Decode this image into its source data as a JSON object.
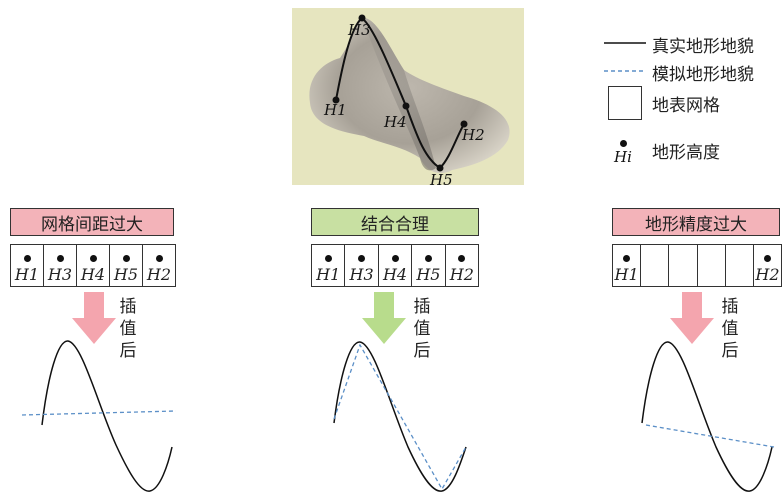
{
  "legend": {
    "real": "真实地形地貌",
    "simulated": "模拟地形地貌",
    "grid": "地表网格",
    "height": "地形高度",
    "height_symbol": "Hi"
  },
  "terrain_points": {
    "h1": "H1",
    "h2": "H2",
    "h3": "H3",
    "h4": "H4",
    "h5": "H5"
  },
  "panels": [
    {
      "title": "网格间距过大",
      "title_color": "#f3b3b9",
      "arrow_color": "#f4a5ae",
      "cells": [
        "H1",
        "H3",
        "H4",
        "H5",
        "H2"
      ],
      "after_label": [
        "插",
        "值",
        "后"
      ]
    },
    {
      "title": "结合合理",
      "title_color": "#c8e0a2",
      "arrow_color": "#b8dc8c",
      "cells": [
        "H1",
        "H3",
        "H4",
        "H5",
        "H2"
      ],
      "after_label": [
        "插",
        "值",
        "后"
      ]
    },
    {
      "title": "地形精度过大",
      "title_color": "#f3b3b9",
      "arrow_color": "#f4a5ae",
      "cells": [
        "H1",
        "",
        "",
        "",
        "",
        "H2"
      ],
      "after_label": [
        "插",
        "值",
        "后"
      ]
    }
  ],
  "colors": {
    "real_line": "#111111",
    "simulated_line": "#5b8fc7"
  }
}
